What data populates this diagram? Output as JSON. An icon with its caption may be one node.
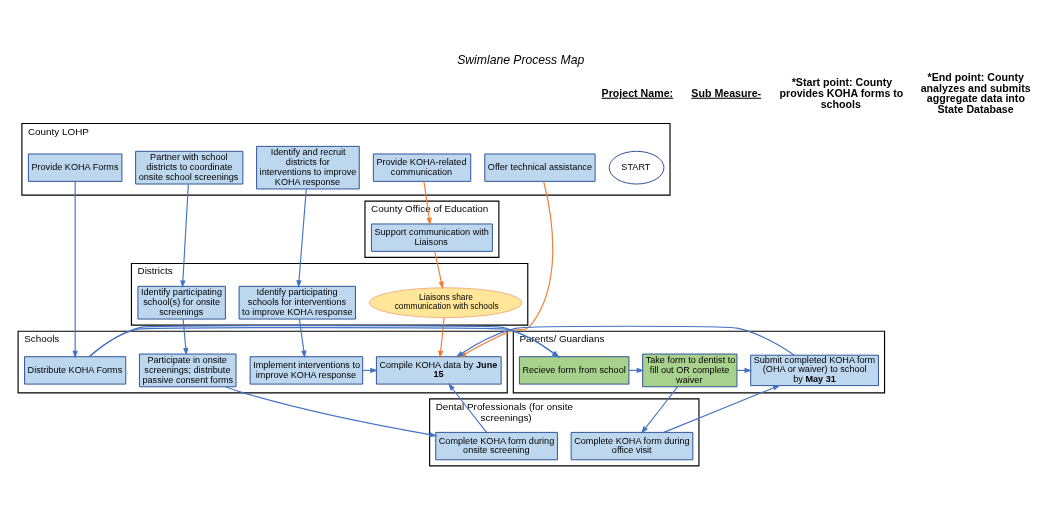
{
  "diagram": {
    "title": "Swimlane Process Map",
    "nodes": [
      {
        "text": [
          "County LOHP"
        ]
      },
      {
        "text": [
          "START"
        ],
        "in": 0
      },
      {
        "text": [
          "Provide KOHA Forms"
        ],
        "in": 0
      },
      {
        "text": [
          "Partner with school districts to coordinate onsite school screenings"
        ],
        "in": 0
      },
      {
        "text": [
          "Identify and recruit districts for interventions to improve KOHA response"
        ],
        "in": 0
      },
      {
        "text": [
          "Provide KOHA-related communication"
        ],
        "in": 0
      },
      {
        "text": [
          "Offer technical assistance"
        ],
        "in": 0
      },
      {
        "text": [
          "County Office of Education"
        ]
      },
      {
        "text": [
          "Support communication with Liaisons"
        ],
        "in": 7
      },
      {
        "text": [
          "Districts"
        ]
      },
      {
        "text": [
          "Identify participating school(s) for onsite screenings"
        ],
        "in": 9
      },
      {
        "text": [
          "Identify participating schools for interventions to improve KOHA response"
        ],
        "in": 9
      },
      {
        "text": [
          "Liaisons share communication with schools"
        ],
        "in": 9
      },
      {
        "text": [
          "Schools"
        ]
      },
      {
        "text": [
          "Distribute KOHA Forms"
        ],
        "in": 13
      },
      {
        "text": [
          "Participate in onsite screenings; distribute passive consent forms"
        ],
        "in": 13
      },
      {
        "text": [
          "Implement interventions to improve KOHA response"
        ],
        "in": 13
      },
      {
        "text": [
          "Compile KOHA data by **June 15**"
        ],
        "in": 13
      },
      {
        "text": [
          "Dental Professionals (for onsite screenings)"
        ]
      },
      {
        "text": [
          "Complete KOHA form during onsite screening"
        ],
        "in": 18
      },
      {
        "text": [
          "Complete KOHA form during office visit"
        ],
        "in": 18
      },
      {
        "text": [
          "Parents/ Guardians"
        ]
      },
      {
        "text": [
          "Recieve form from school"
        ],
        "in": 21
      },
      {
        "text": [
          "Take form to dentist to fill out OR complete waiver"
        ],
        "in": 21
      },
      {
        "text": [
          "Submit completed KOHA form (OHA or waiver) to school by **May 31**"
        ],
        "in": 21
      }
    ],
    "edges": [
      {
        "from": 2,
        "to": 14,
        "arrow": "to"
      },
      {
        "from": 14,
        "to": 22,
        "arrow": "to"
      },
      {
        "from": 3,
        "to": 10,
        "arrow": "to"
      },
      {
        "from": 10,
        "to": 15,
        "arrow": "to"
      },
      {
        "from": 15,
        "to": 19,
        "arrow": "to"
      },
      {
        "from": 4,
        "to": 11,
        "arrow": "to"
      },
      {
        "from": 11,
        "to": 16,
        "arrow": "to"
      },
      {
        "from": 16,
        "to": 17,
        "arrow": "to"
      },
      {
        "from": 5,
        "to": 8,
        "arrow": "to",
        "color": "#ed7d31"
      },
      {
        "from": 8,
        "to": 12,
        "arrow": "to",
        "color": "#ed7d31"
      },
      {
        "from": 12,
        "to": 17,
        "arrow": "to",
        "color": "#ed7d31"
      },
      {
        "from": 6,
        "to": 17,
        "arrow": "to",
        "color": "#ed7d31"
      },
      {
        "from": 19,
        "to": 17,
        "arrow": "to"
      },
      {
        "from": 22,
        "to": 23,
        "arrow": "to"
      },
      {
        "from": 23,
        "to": 20,
        "arrow": "to"
      },
      {
        "from": 20,
        "to": 24,
        "arrow": "to"
      },
      {
        "from": 23,
        "to": 24,
        "arrow": "to"
      },
      {
        "from": 24,
        "to": 17,
        "arrow": "to"
      }
    ],
    "labels": [
      "Project Name:",
      "Sub Measure-",
      "*Start point: County provides KOHA forms to schools",
      "*End point: County analyzes and submits aggregate data into State Database"
    ]
  }
}
